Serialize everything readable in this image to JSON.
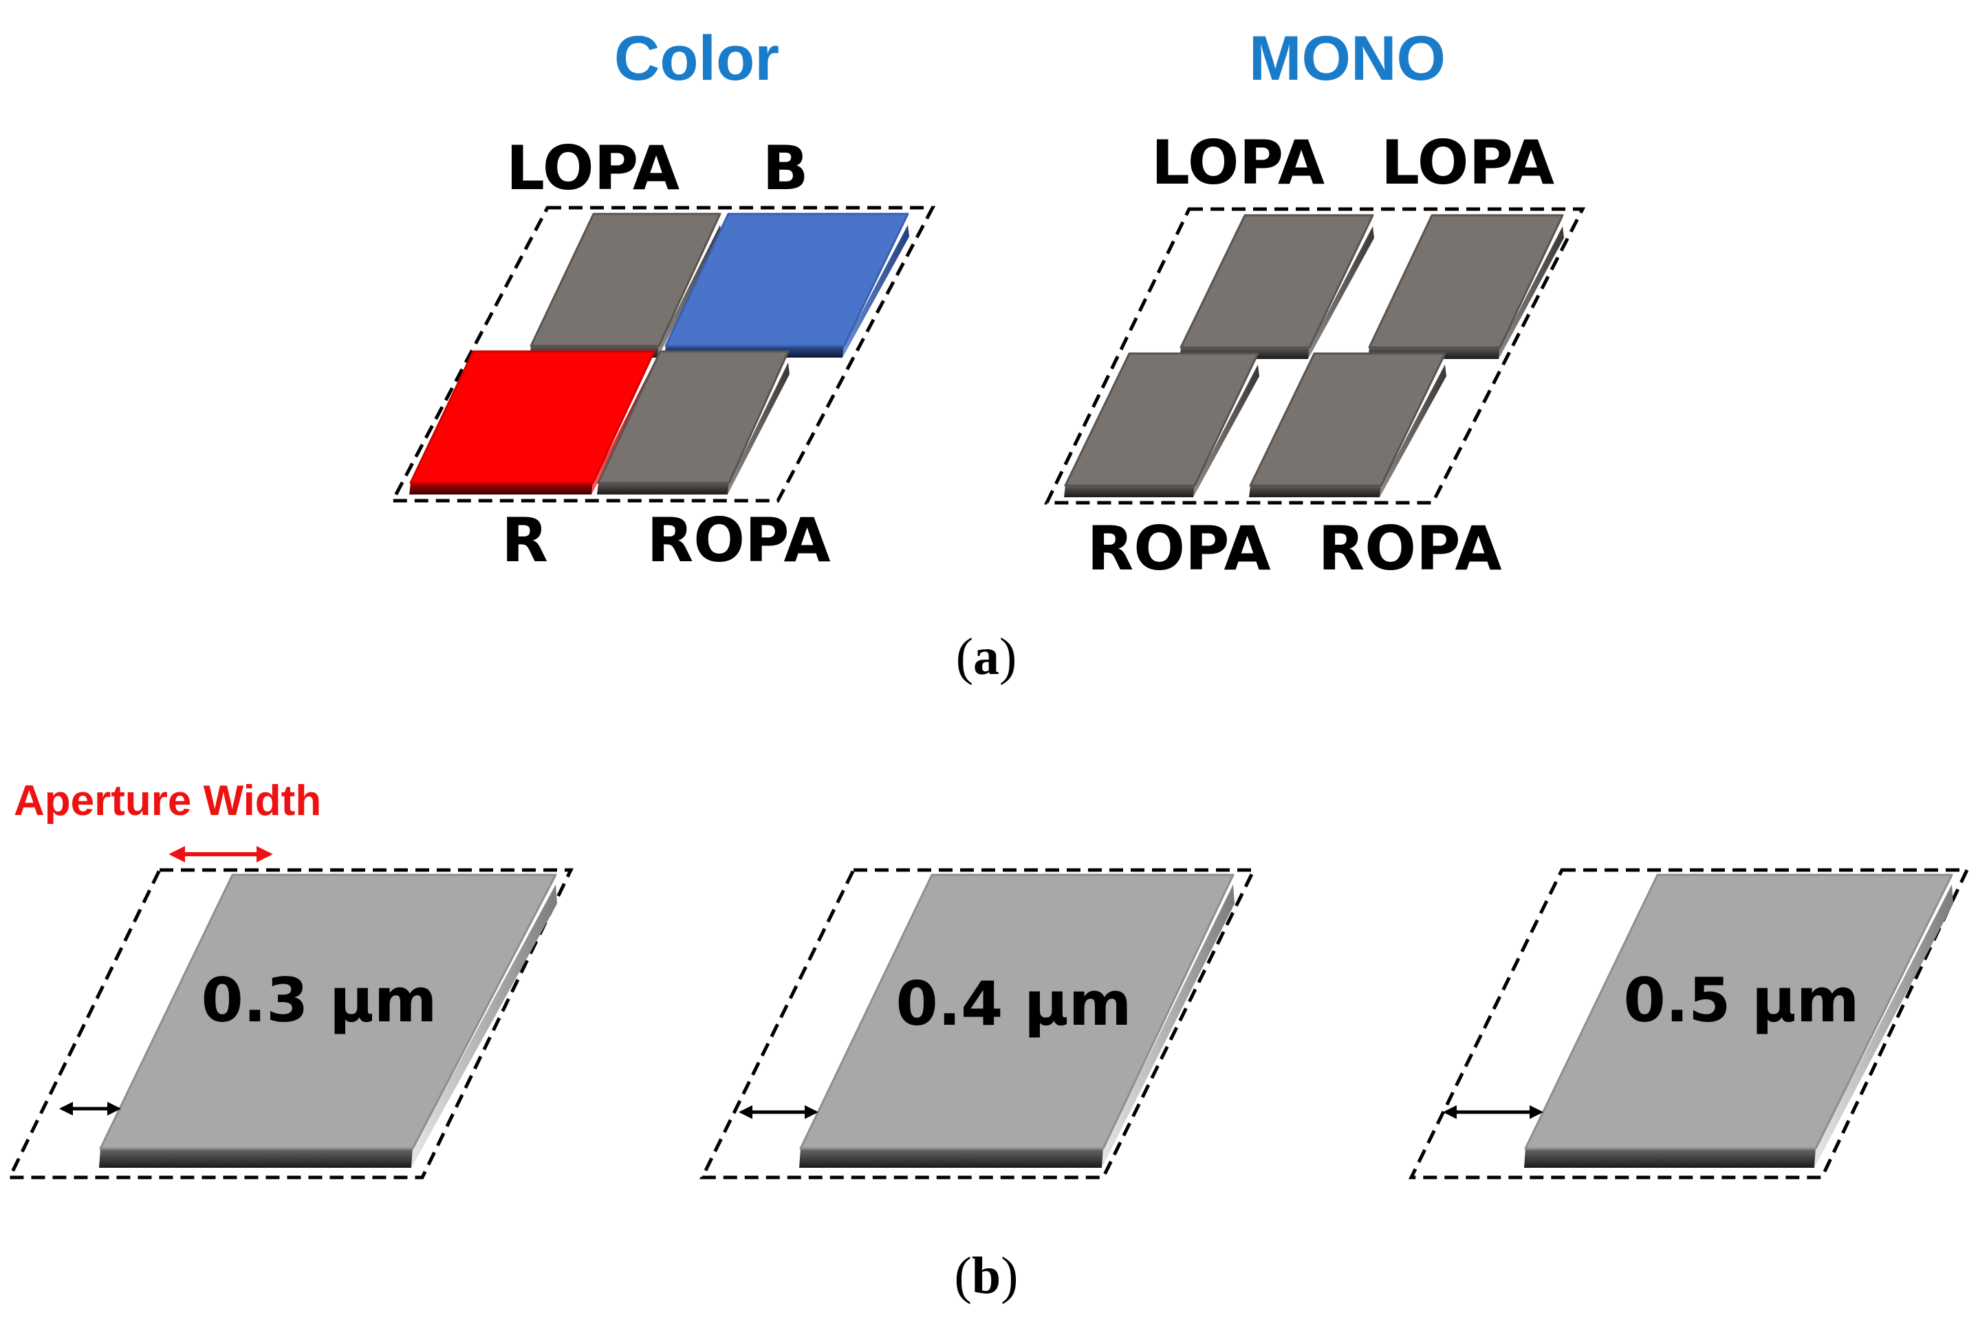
{
  "panel_a": {
    "caption_open": "(",
    "caption_letter": "a",
    "caption_close": ")",
    "color_group": {
      "title": "Color",
      "cells": {
        "top_left": "LOPA",
        "top_right": "B",
        "bottom_left": "R",
        "bottom_right": "ROPA"
      }
    },
    "mono_group": {
      "title": "MONO",
      "cells": {
        "top_left": "LOPA",
        "top_right": "LOPA",
        "bottom_left": "ROPA",
        "bottom_right": "ROPA"
      }
    }
  },
  "panel_b": {
    "caption_open": "(",
    "caption_letter": "b",
    "caption_close": ")",
    "annotation": "Aperture Width",
    "apertures": [
      {
        "label": "0.3 µm",
        "width_um": 0.3
      },
      {
        "label": "0.4 µm",
        "width_um": 0.4
      },
      {
        "label": "0.5 µm",
        "width_um": 0.5
      }
    ]
  },
  "colors": {
    "title_blue": "#1a7bc9",
    "blue_filter": "#4a74c9",
    "red_filter": "#ff0000",
    "opaque_dark_gray": "#79736f",
    "opaque_light_gray": "#a9a7a7",
    "annotation_red": "#ee1111",
    "outline": "#000000"
  }
}
